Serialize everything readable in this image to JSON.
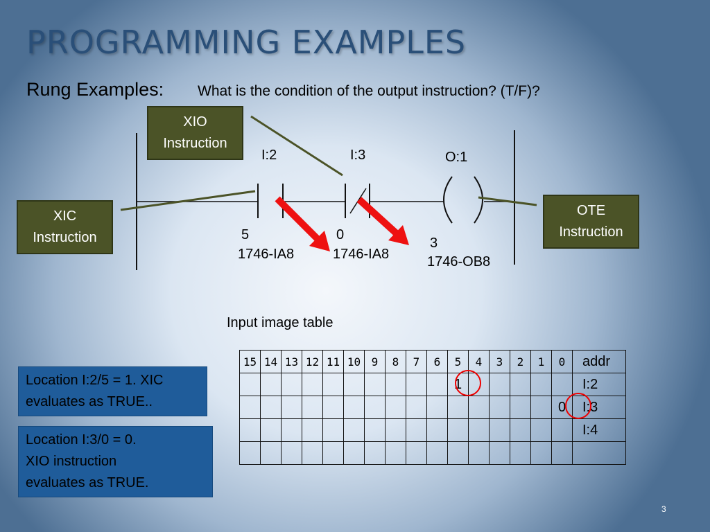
{
  "slide": {
    "title": "PROGRAMMING EXAMPLES",
    "subtitle": "Rung Examples:",
    "question": "What  is the condition of the output instruction? (T/F)?",
    "page_number": "3"
  },
  "callouts": {
    "xio": [
      "XIO",
      "Instruction"
    ],
    "xic": [
      "XIC",
      "Instruction"
    ],
    "ote": [
      "OTE",
      "Instruction"
    ]
  },
  "rung": {
    "contact1": {
      "address": "I:2",
      "bit": "5",
      "module": "1746-IA8",
      "type": "XIC"
    },
    "contact2": {
      "address": "I:3",
      "bit": "0",
      "module": "1746-IA8",
      "type": "XIO"
    },
    "output": {
      "address": "O:1",
      "bit": "3",
      "module": "1746-OB8",
      "type": "OTE"
    }
  },
  "input_table": {
    "caption": "Input image table",
    "headers": [
      "15",
      "14",
      "13",
      "12",
      "11",
      "10",
      "9",
      "8",
      "7",
      "6",
      "5",
      "4",
      "3",
      "2",
      "1",
      "0",
      "addr"
    ],
    "rows": [
      {
        "addr": "I:2",
        "highlight_bit": "5",
        "value": "1"
      },
      {
        "addr": "I:3",
        "highlight_bit": "0",
        "value": "0"
      },
      {
        "addr": "I:4"
      },
      {
        "addr": ""
      }
    ]
  },
  "notes": [
    [
      "Location I:2/5 = 1.  XIC",
      "evaluates as TRUE.."
    ],
    [
      "Location I:3/0 = 0.",
      "XIO instruction",
      "evaluates as TRUE."
    ]
  ],
  "colors": {
    "title": "#2a4f78",
    "callout_bg": "#4b5327",
    "note_bg": "#1f5c9a",
    "arrow": "#ee1111",
    "highlight_circle": "#ee0000"
  }
}
